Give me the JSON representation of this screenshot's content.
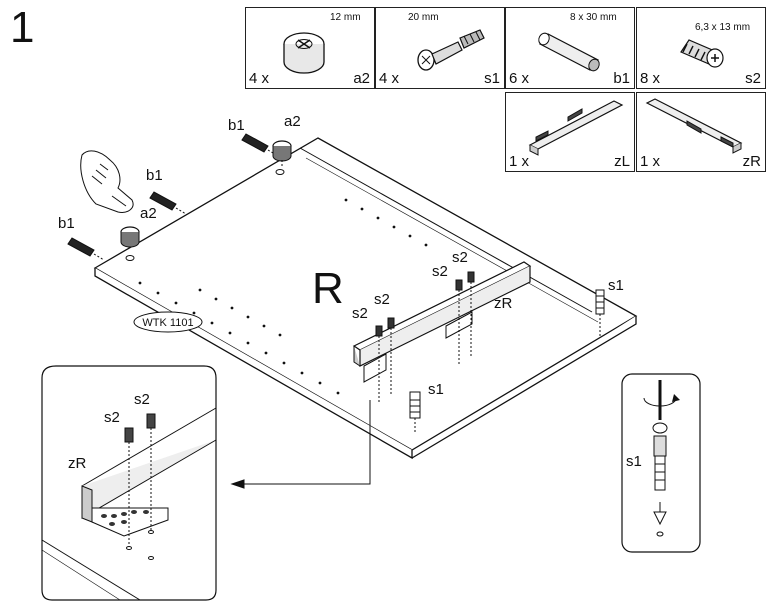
{
  "step_number": "1",
  "parts": [
    {
      "size": "12 mm",
      "qty": "4 x",
      "code": "a2"
    },
    {
      "size": "20 mm",
      "qty": "4 x",
      "code": "s1"
    },
    {
      "size": "8 x 30 mm",
      "qty": "6 x",
      "code": "b1"
    },
    {
      "size": "6,3 x 13 mm",
      "qty": "8 x",
      "code": "s2"
    },
    {
      "qty": "1 x",
      "code": "zL"
    },
    {
      "qty": "1 x",
      "code": "zR"
    }
  ],
  "main": {
    "panel_side": "R",
    "panel_tag": "WTK 1101",
    "labels": {
      "b1_top": "b1",
      "a2_top": "a2",
      "b1_mid": "b1",
      "a2_mid": "a2",
      "b1_left": "b1",
      "s2_1": "s2",
      "s2_2": "s2",
      "s2_3": "s2",
      "s2_4": "s2",
      "zR": "zR",
      "s1_right": "s1",
      "s1_mid": "s1"
    }
  },
  "detail": {
    "labels": {
      "s2_a": "s2",
      "s2_b": "s2",
      "zR": "zR"
    }
  },
  "inset_s1": {
    "label": "s1"
  }
}
